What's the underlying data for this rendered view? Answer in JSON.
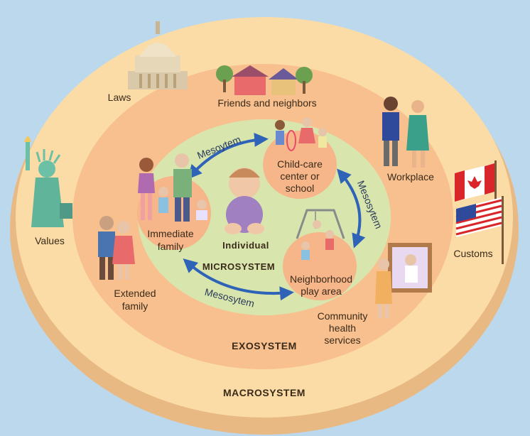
{
  "systems": {
    "macro": "MACROSYSTEM",
    "exo": "EXOSYSTEM",
    "micro": "MICROSYSTEM",
    "individual": "Individual"
  },
  "micro_nodes": {
    "family_line1": "Immediate",
    "family_line2": "family",
    "childcare_line1": "Child-care",
    "childcare_line2": "center or",
    "childcare_line3": "school",
    "play_line1": "Neighborhood",
    "play_line2": "play area"
  },
  "meso_labels": {
    "top": "Mesoytem",
    "right": "Mesosytem",
    "bottom": "Mesosytem"
  },
  "exo_labels": {
    "friends": "Friends and neighbors",
    "workplace": "Workplace",
    "extended_line1": "Extended",
    "extended_line2": "family",
    "health_line1": "Community",
    "health_line2": "health",
    "health_line3": "services"
  },
  "macro_labels": {
    "laws": "Laws",
    "values": "Values",
    "customs": "Customs"
  },
  "colors": {
    "background": "#bcd8ec",
    "macro_fill": "#fbdca6",
    "macro_rim": "#e9b984",
    "exo_fill": "#f8c08e",
    "micro_fill": "#d8e6ad",
    "node_fill": "#f6b68a",
    "arrow": "#2f63b8"
  }
}
